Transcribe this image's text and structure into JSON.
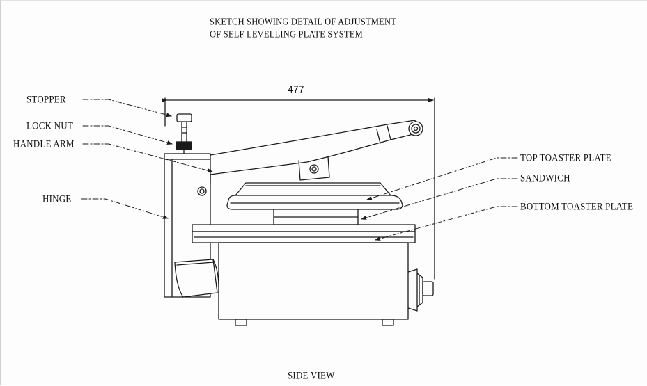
{
  "title": {
    "line1": "SKETCH SHOWING DETAIL OF ADJUSTMENT",
    "line2": "OF SELF LEVELLING PLATE SYSTEM"
  },
  "dimension": "477",
  "labels": {
    "stopper": "STOPPER",
    "lock_nut": "LOCK NUT",
    "handle_arm": "HANDLE ARM",
    "hinge": "HINGE",
    "top_toaster_plate": "TOP TOASTER PLATE",
    "sandwich": "SANDWICH",
    "bottom_toaster_plate": "BOTTOM TOASTER PLATE"
  },
  "caption": "SIDE VIEW",
  "colors": {
    "line": "#1a1a1a",
    "background": "#fdfdfd"
  }
}
